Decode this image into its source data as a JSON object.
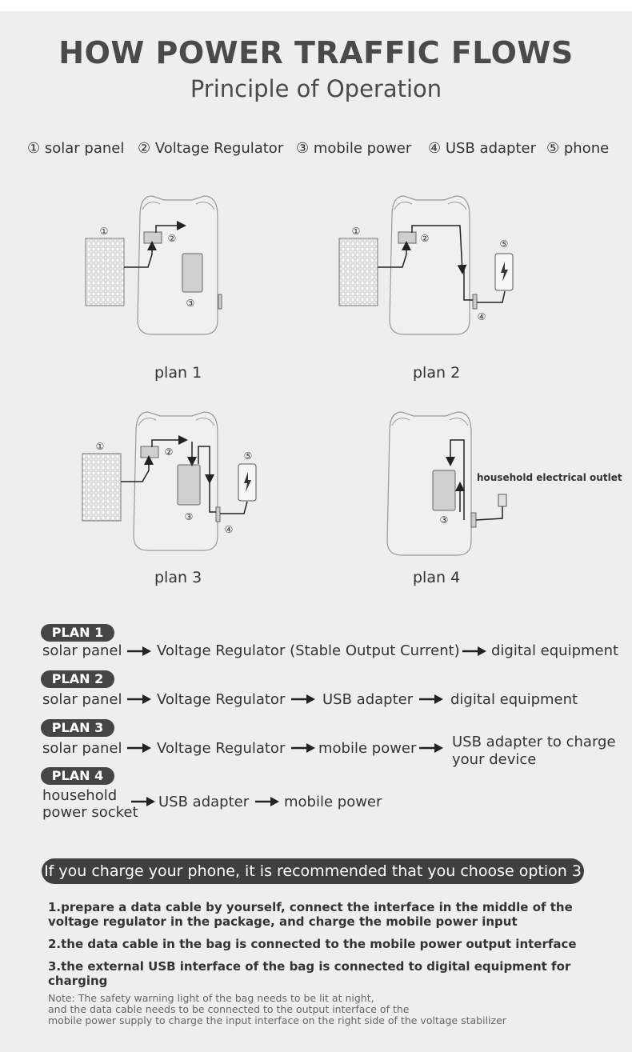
{
  "header": {
    "title": "HOW POWER TRAFFIC FLOWS",
    "subtitle": "Principle of Operation"
  },
  "legend": [
    {
      "num": "①",
      "label": "solar panel"
    },
    {
      "num": "②",
      "label": "Voltage Regulator"
    },
    {
      "num": "③",
      "label": "mobile power"
    },
    {
      "num": "④",
      "label": "USB adapter"
    },
    {
      "num": "⑤",
      "label": "phone"
    }
  ],
  "diagrams": {
    "plan1_label": "plan 1",
    "plan2_label": "plan 2",
    "plan3_label": "plan 3",
    "plan4_label": "plan 4",
    "outlet_label": "household electrical outlet",
    "markers": {
      "m1": "①",
      "m2": "②",
      "m3": "③",
      "m4": "④",
      "m5": "⑤"
    }
  },
  "plans": [
    {
      "pill": "PLAN 1",
      "steps": [
        "solar panel",
        "Voltage Regulator (Stable Output Current)",
        "digital equipment"
      ]
    },
    {
      "pill": "PLAN 2",
      "steps": [
        "solar panel",
        "Voltage Regulator",
        "USB adapter",
        "digital equipment"
      ]
    },
    {
      "pill": "PLAN 3",
      "steps": [
        "solar panel",
        "Voltage Regulator",
        "mobile power",
        "USB adapter to charge",
        "your device"
      ]
    },
    {
      "pill": "PLAN 4",
      "steps": [
        "household",
        "power socket",
        "USB adapter",
        "mobile power"
      ]
    }
  ],
  "recommendation": "If you charge your phone, it is recommended that you choose option 3",
  "instructions": [
    "1.prepare a data cable by yourself, connect the interface in the middle of the",
    "voltage regulator in the package, and charge the mobile power input",
    "2.the data cable in the bag is connected to the mobile power output interface",
    "3.the external USB interface of the bag is connected to digital equipment for charging"
  ],
  "note": [
    "Note: The safety warning light of the bag needs to be lit at night,",
    "and the data cable needs to be connected to the output interface of the",
    "mobile power supply to charge the input interface on the right side of the voltage stabilizer"
  ]
}
